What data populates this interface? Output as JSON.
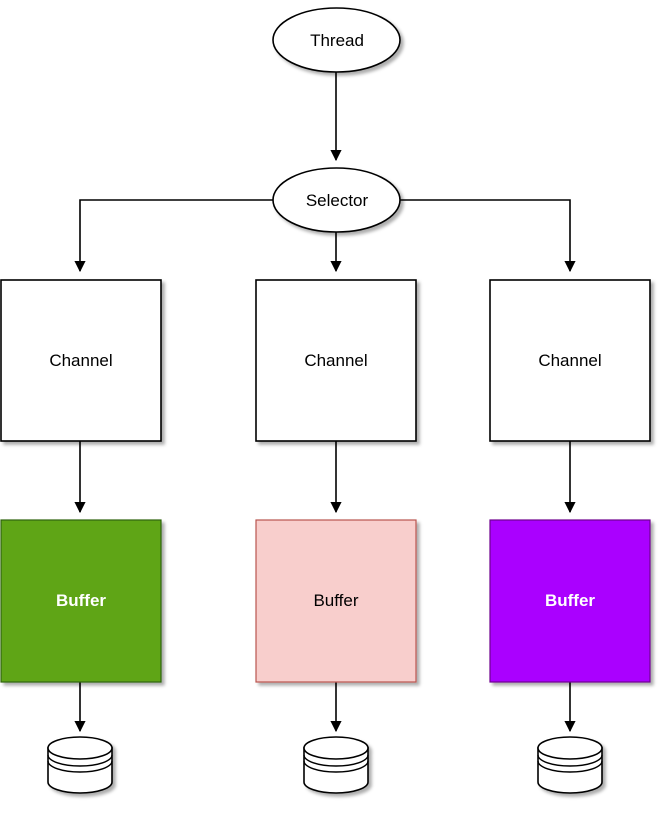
{
  "diagram": {
    "title": "Thread / Selector / Channel / Buffer flow diagram",
    "background_color": "#ffffff",
    "edge_color": "#000000",
    "nodes": {
      "thread": {
        "label": "Thread",
        "shape": "ellipse",
        "fill": "#ffffff",
        "stroke": "#000000",
        "text_color": "#000000"
      },
      "selector": {
        "label": "Selector",
        "shape": "ellipse",
        "fill": "#ffffff",
        "stroke": "#000000",
        "text_color": "#000000"
      }
    },
    "channels": [
      {
        "label": "Channel",
        "fill": "#ffffff",
        "stroke": "#000000",
        "text_color": "#000000"
      },
      {
        "label": "Channel",
        "fill": "#ffffff",
        "stroke": "#000000",
        "text_color": "#000000"
      },
      {
        "label": "Channel",
        "fill": "#ffffff",
        "stroke": "#000000",
        "text_color": "#000000"
      }
    ],
    "buffers": [
      {
        "label": "Buffer",
        "fill": "#5FA516",
        "stroke": "#2D6309",
        "text_color": "#ffffff"
      },
      {
        "label": "Buffer",
        "fill": "#F8CECC",
        "stroke": "#B85450",
        "text_color": "#000000"
      },
      {
        "label": "Buffer",
        "fill": "#AA00FF",
        "stroke": "#6E008F",
        "text_color": "#ffffff"
      }
    ],
    "stores": [
      {
        "name": "database-cylinder",
        "fill": "#ffffff",
        "stroke": "#000000"
      },
      {
        "name": "database-cylinder",
        "fill": "#ffffff",
        "stroke": "#000000"
      },
      {
        "name": "database-cylinder",
        "fill": "#ffffff",
        "stroke": "#000000"
      }
    ],
    "edges": [
      {
        "from": "thread",
        "to": "selector",
        "type": "straight-arrow"
      },
      {
        "from": "selector",
        "to": "channel-0",
        "type": "elbow-arrow"
      },
      {
        "from": "selector",
        "to": "channel-1",
        "type": "straight-arrow"
      },
      {
        "from": "selector",
        "to": "channel-2",
        "type": "elbow-arrow"
      },
      {
        "from": "channel-0",
        "to": "buffer-0",
        "type": "straight-arrow"
      },
      {
        "from": "channel-1",
        "to": "buffer-1",
        "type": "straight-arrow"
      },
      {
        "from": "channel-2",
        "to": "buffer-2",
        "type": "straight-arrow"
      },
      {
        "from": "buffer-0",
        "to": "store-0",
        "type": "straight-arrow"
      },
      {
        "from": "buffer-1",
        "to": "store-1",
        "type": "straight-arrow"
      },
      {
        "from": "buffer-2",
        "to": "store-2",
        "type": "straight-arrow"
      }
    ]
  }
}
